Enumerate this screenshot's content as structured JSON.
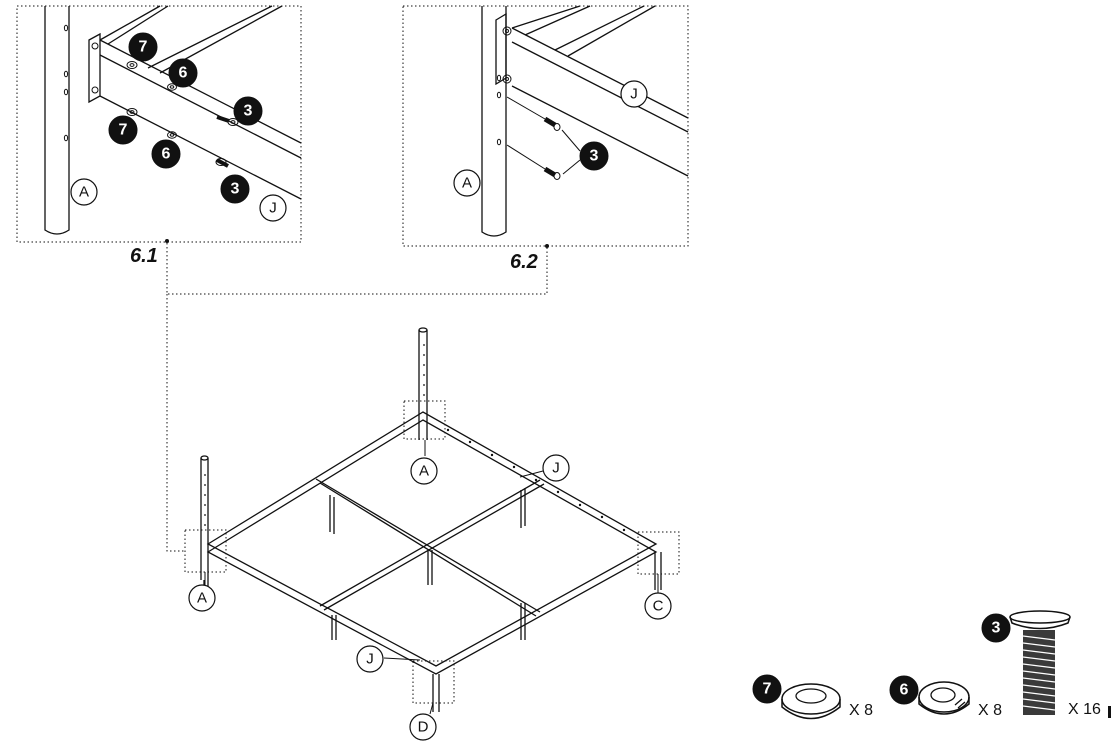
{
  "steps": {
    "detail_1": "6.1",
    "detail_2": "6.2"
  },
  "part_letters": {
    "a": "A",
    "c": "C",
    "d": "D",
    "j": "J"
  },
  "callouts": {
    "washer_large": "7",
    "washer_split": "6",
    "bolt": "3"
  },
  "hardware": [
    {
      "part": "7",
      "qty_label": "X 8",
      "icon": "flat-washer-icon"
    },
    {
      "part": "6",
      "qty_label": "X 8",
      "icon": "split-lock-washer-icon"
    },
    {
      "part": "3",
      "qty_label": "X 16",
      "icon": "bolt-icon"
    }
  ]
}
